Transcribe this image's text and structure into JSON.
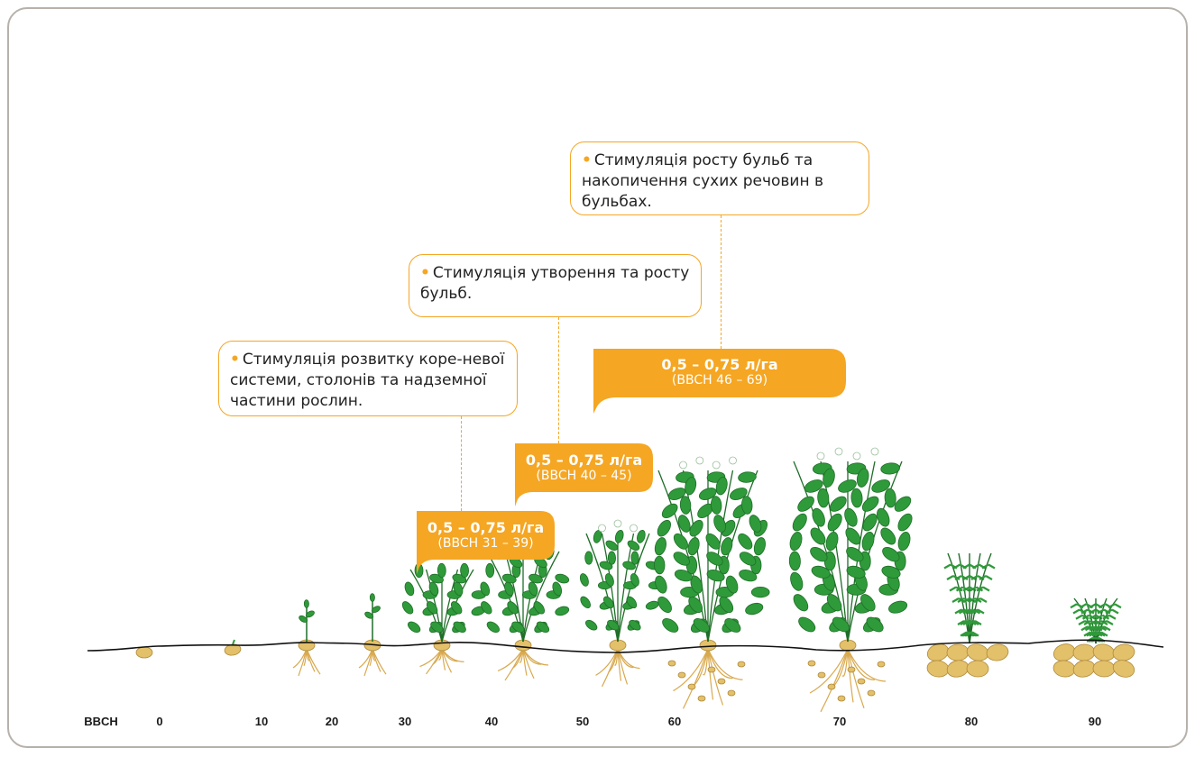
{
  "notes": [
    {
      "text": "Стимуляція росту бульб та накопичення сухих речовин в бульбах."
    },
    {
      "text": "Стимуляція утворення та росту бульб."
    },
    {
      "text": "Стимуляція розвитку коре-невої системи, столонів та надземної частини рослин."
    }
  ],
  "doses": [
    {
      "rate": "0,5 – 0,75 л/га",
      "range": "(BBCH 46 – 69)"
    },
    {
      "rate": "0,5 – 0,75 л/га",
      "range": "(BBCH 40 – 45)"
    },
    {
      "rate": "0,5 – 0,75 л/га",
      "range": "(BBCH 31 – 39)"
    }
  ],
  "stage_axis": {
    "label": "BBCH",
    "stages": [
      "0",
      "10",
      "20",
      "30",
      "40",
      "50",
      "60",
      "70",
      "80",
      "90"
    ]
  },
  "colors": {
    "accent": "#f5a623",
    "leaf": "#2f9a3a",
    "leaf_dark": "#1f6e28",
    "tuber": "#e3c06a",
    "root": "#d9a94e",
    "soil_line": "#111111"
  },
  "icons": [
    "potato-plant-stage-icon",
    "potato-tuber-icon"
  ]
}
